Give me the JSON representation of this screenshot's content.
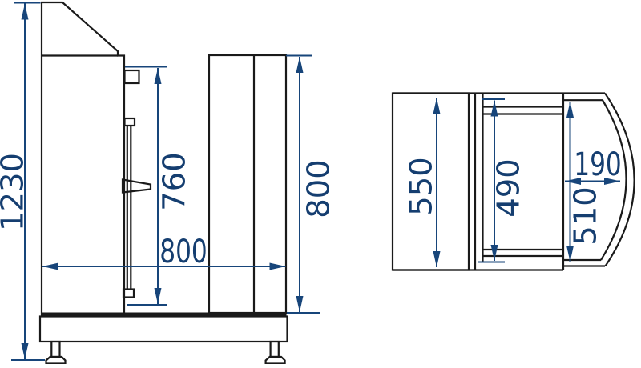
{
  "diagram": {
    "type": "technical-dimension-drawing",
    "colors": {
      "outline": "#1a1a1a",
      "dimension_blue": "#17457a",
      "label_blue": "#153e70"
    },
    "side_view": {
      "total_height": "1230",
      "inner_height": "760",
      "column_height": "800",
      "width": "800"
    },
    "top_view": {
      "body_depth": "550",
      "inner_width": "490",
      "bumper_depth": "190",
      "inner_depth": "510"
    }
  }
}
